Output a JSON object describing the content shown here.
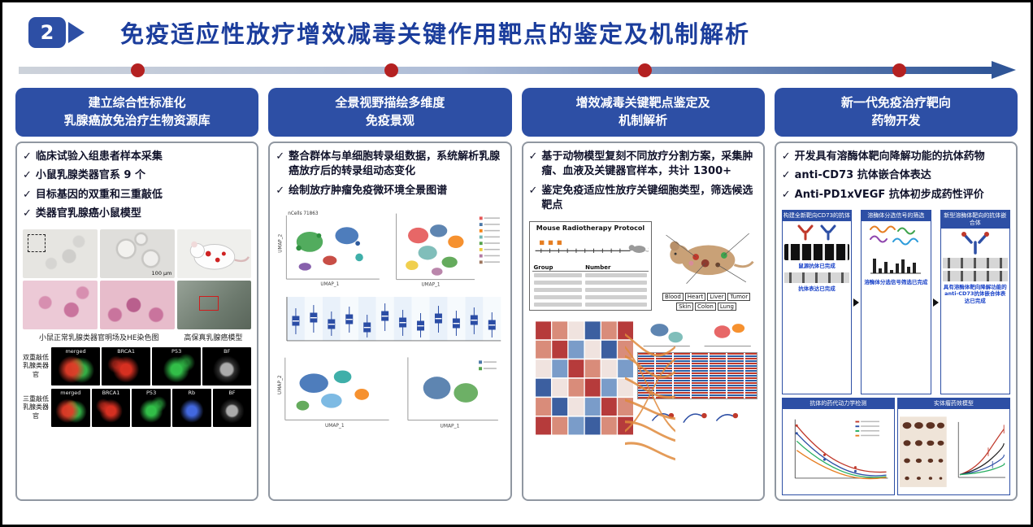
{
  "header": {
    "badge": "2",
    "title": "免疫适应性放疗增效减毒关键作用靶点的鉴定及机制解析"
  },
  "ui": {
    "check": "✓",
    "umap_x": "UMAP_1",
    "umap_y": "UMAP_2"
  },
  "columns": [
    {
      "header_line1": "建立综合性标准化",
      "header_line2": "乳腺癌放免治疗生物资源库",
      "bullets": [
        "临床试验入组患者样本采集",
        "小鼠乳腺类器官系 9 个",
        "目标基因的双重和三重敲低",
        "类器官乳腺癌小鼠模型"
      ],
      "figure": {
        "scale_bar": "100 μm",
        "caption_left": "小鼠正常乳腺类器官明场及HE染色图",
        "caption_right": "高保真乳腺癌模型",
        "fluo_row1": {
          "side_label": "双重敲低乳腺类器官",
          "labels": [
            "merged",
            "BRCA1",
            "P53",
            "BF"
          ]
        },
        "fluo_row2": {
          "side_label": "三重敲低乳腺类器官",
          "labels": [
            "merged",
            "BRCA1",
            "P53",
            "Rb",
            "BF"
          ]
        }
      }
    },
    {
      "header_line1": "全景视野描绘多维度",
      "header_line2": "免疫景观",
      "bullets": [
        "整合群体与单细胞转录组数据，系统解析乳腺癌放疗后的转录组动态变化",
        "绘制放疗肿瘤免疫微环境全景图谱"
      ],
      "figure": {
        "ncells": "nCells 71863"
      }
    },
    {
      "header_line1": "增效减毒关键靶点鉴定及",
      "header_line2": "机制解析",
      "bullets": [
        "基于动物模型复刻不同放疗分割方案，采集肿瘤、血液及关键器官样本，共计 1300+",
        "鉴定免疫适应性放疗关键细胞类型，筛选候选靶点"
      ],
      "figure": {
        "protocol_title": "Mouse Radiotherapy Protocol",
        "table_headers": [
          "Group",
          "Number"
        ],
        "organ_chips_row1": [
          "Blood",
          "Heart",
          "Liver",
          "Tumor"
        ],
        "organ_chips_row2": [
          "Skin",
          "Colon",
          "Lung"
        ]
      }
    },
    {
      "header_line1": "新一代免疫治疗靶向",
      "header_line2": "药物开发",
      "bullets": [
        "开发具有溶酶体靶向降解功能的抗体药物",
        "anti-CD73 抗体嵌合体表达",
        "Anti-PD1xVEGF 抗体初步成药性评价"
      ],
      "figure": {
        "panel1_title": "构建全新靶向CD73的抗体",
        "panel2_title": "溶酶体分选信号的筛选",
        "panel3_title": "新型溶酶体靶向的抗体嵌合体",
        "panel1_caption1": "鼠源抗体已完成",
        "panel1_caption2": "抗体表达已完成",
        "panel2_caption": "溶酶体分选信号筛选已完成",
        "panel3_caption": "具有溶酶体靶向降解功能的anti-CD73抗体嵌合体表达已完成",
        "panel4_title": "抗体的药代动力学检测",
        "panel5_title": "实体瘤药效模型"
      }
    }
  ]
}
